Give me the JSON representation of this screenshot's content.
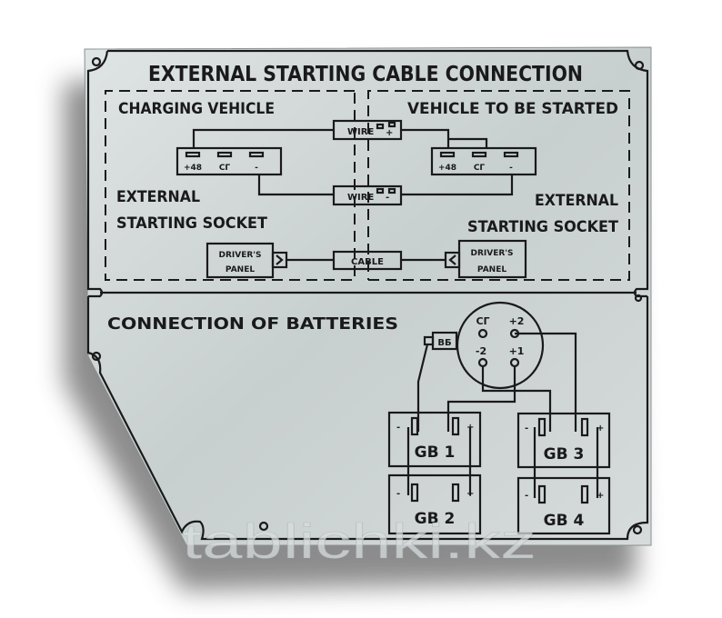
{
  "plate": {
    "title": "EXTERNAL STARTING CABLE CONNECTION",
    "top_panel": {
      "left_heading": "CHARGING VEHICLE",
      "right_heading": "VEHICLE TO BE STARTED",
      "left_socket_label_1": "EXTERNAL",
      "left_socket_label_2": "STARTING SOCKET",
      "right_socket_label_1": "EXTERNAL",
      "right_socket_label_2": "STARTING SOCKET",
      "socket_terminals": [
        "+48",
        "СГ",
        "-"
      ],
      "wire_plus": "WIRE",
      "wire_plus_sign": "+",
      "wire_minus": "WIRE",
      "wire_minus_sign": "-",
      "cable": "CABLE",
      "drivers_panel_1": "DRIVER'S",
      "drivers_panel_2": "PANEL"
    },
    "bottom_panel": {
      "heading": "CONNECTION OF BATTERIES",
      "connector_terminals": [
        "СГ",
        "+2",
        "-2",
        "+1"
      ],
      "vb_label": "ВБ",
      "batteries": [
        "GB 1",
        "GB 2",
        "GB 3",
        "GB 4"
      ],
      "minus": "-",
      "plus": "+"
    }
  },
  "watermark": "tablichki.kz",
  "colors": {
    "plate": "#c9d0d0",
    "ink": "#1a1a1a",
    "shadow": "#7a7a7a"
  }
}
